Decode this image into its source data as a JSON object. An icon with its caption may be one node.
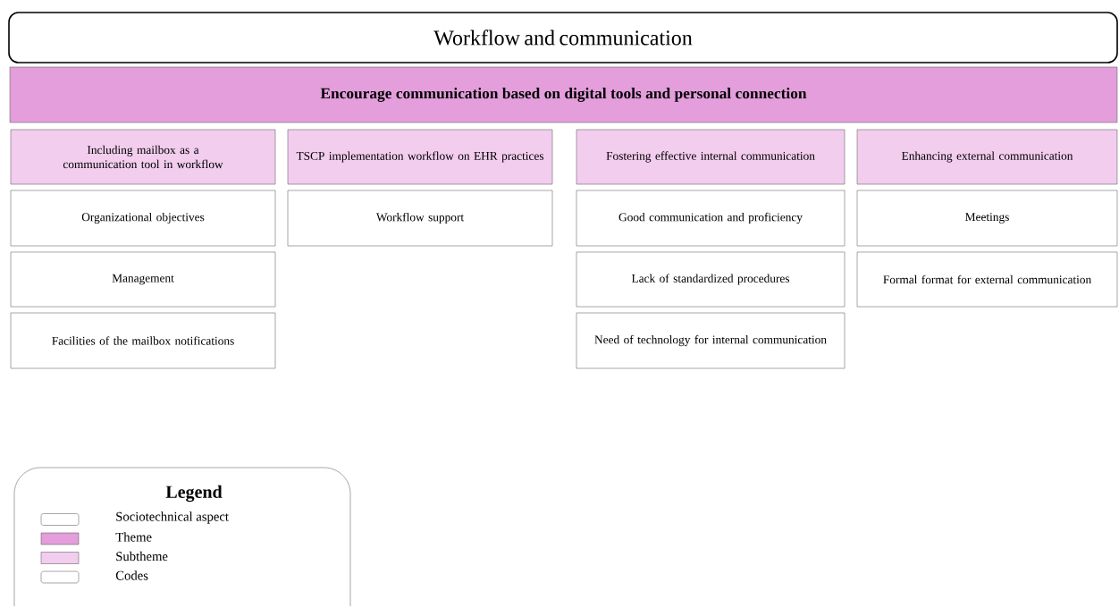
{
  "diagram": {
    "nodes": [
      {
        "text": [
          "Workflow and communication"
        ]
      },
      {
        "text": [
          "Encourage communication based on digital tools and personal connection"
        ]
      },
      {
        "text": [
          "Including mailbox as a communication tool in workflow"
        ]
      },
      {
        "text": [
          "TSCP implementation workflow on EHR practices"
        ]
      },
      {
        "text": [
          "Fostering effective internal communication"
        ]
      },
      {
        "text": [
          "Enhancing external communication"
        ]
      },
      {
        "text": [
          "Organizational objectives"
        ]
      },
      {
        "text": [
          "Workflow support"
        ]
      },
      {
        "text": [
          "Good communication and proficiency"
        ]
      },
      {
        "text": [
          "Meetings"
        ]
      },
      {
        "text": [
          "Management"
        ]
      },
      {
        "text": [
          "Lack of standardized procedures"
        ]
      },
      {
        "text": [
          "Formal format for external communication"
        ]
      },
      {
        "text": [
          "Facilities of the mailbox notifications"
        ]
      },
      {
        "text": [
          "Need of technology for internal communication"
        ]
      }
    ],
    "labels": [
      "Legend"
    ],
    "legend": [
      {
        "text": "Sociotechnical aspect"
      },
      {
        "text": "Theme",
        "color": "#e39edb"
      },
      {
        "text": "Subtheme",
        "color": "#f2cdee"
      },
      {
        "text": "Codes"
      }
    ]
  }
}
